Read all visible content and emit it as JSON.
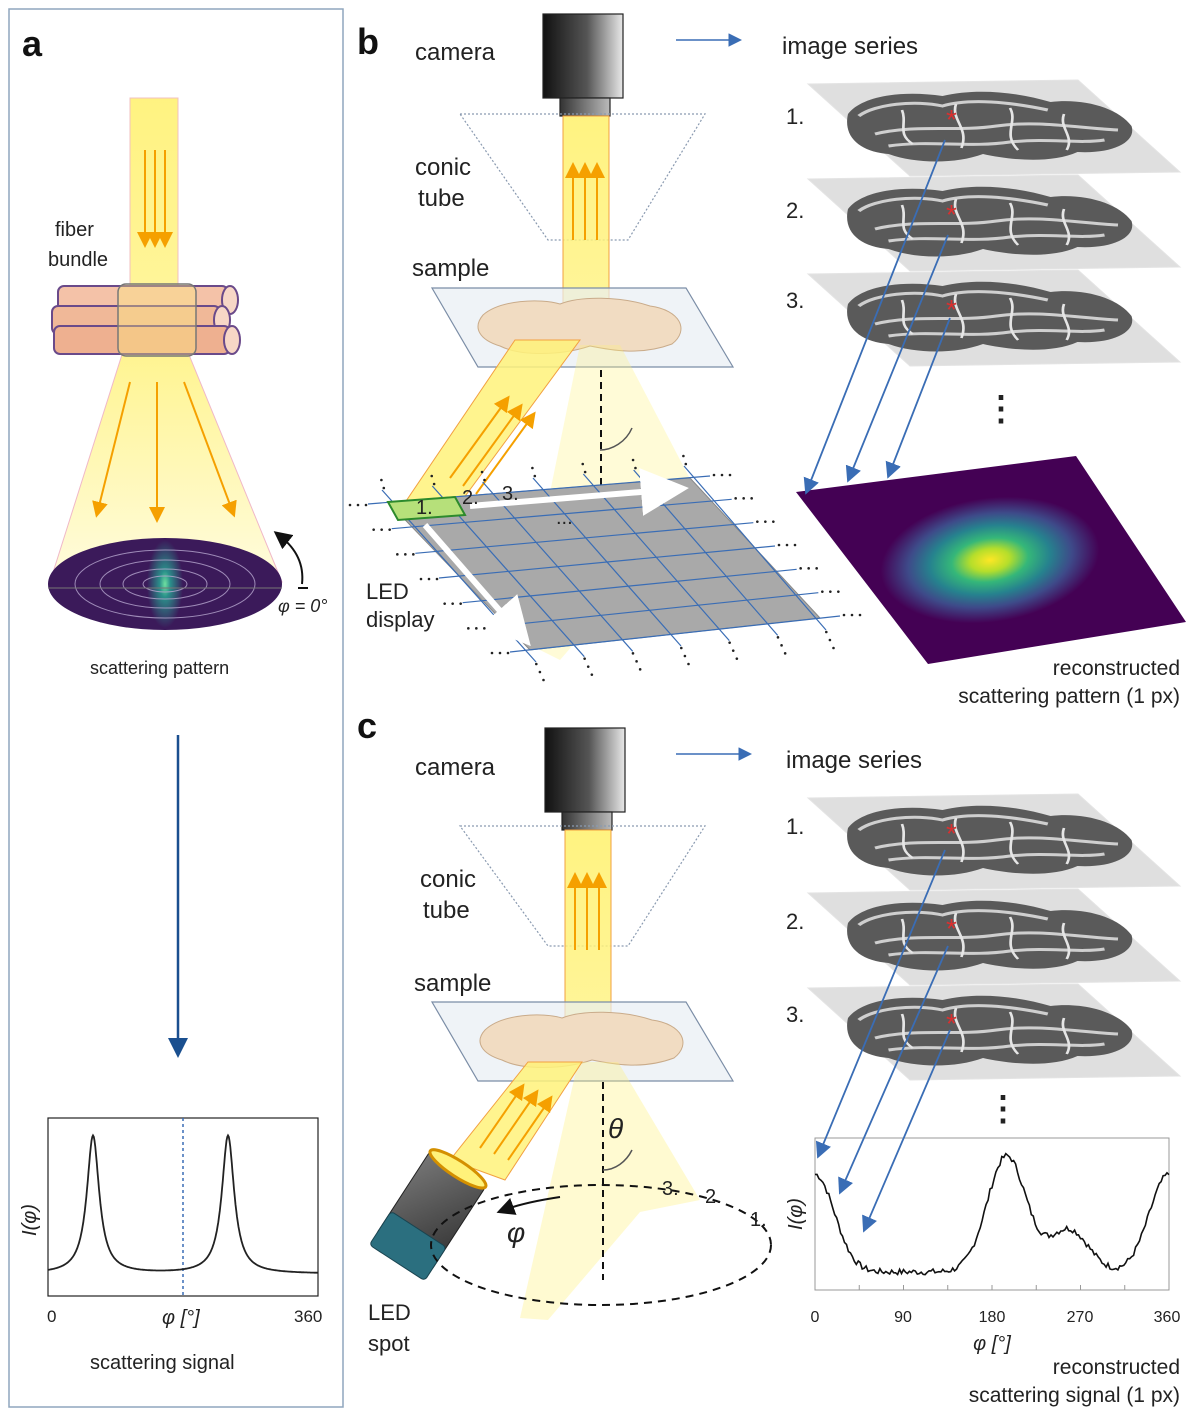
{
  "panel_a": {
    "letter": "a",
    "fiber_label_1": "fiber",
    "fiber_label_2": "bundle",
    "angle_label": "φ = 0°",
    "pattern_label": "scattering pattern",
    "signal_label": "scattering signal",
    "ylabel": "I(φ)",
    "xlabel": "φ [°]",
    "x_ticks": [
      "0",
      "360"
    ]
  },
  "panel_b": {
    "letter": "b",
    "camera": "camera",
    "conic_1": "conic",
    "conic_2": "tube",
    "sample": "sample",
    "display_1": "LED",
    "display_2": "display",
    "grid_labels": [
      "1.",
      "2.",
      "3.",
      "..."
    ],
    "series": "image series",
    "series_labels": [
      "1.",
      "2.",
      "3."
    ],
    "result_1": "reconstructed",
    "result_2": "scattering pattern (1 px)"
  },
  "panel_c": {
    "letter": "c",
    "camera": "camera",
    "conic_1": "conic",
    "conic_2": "tube",
    "sample": "sample",
    "spot_1": "LED",
    "spot_2": "spot",
    "theta": "θ",
    "phi": "φ",
    "position_labels": [
      "3.",
      "2.",
      "1."
    ],
    "series": "image series",
    "series_labels": [
      "1.",
      "2.",
      "3."
    ],
    "ylabel": "I(φ)",
    "xlabel": "φ [°]",
    "x_ticks": [
      "0",
      "90",
      "180",
      "270",
      "360"
    ],
    "result_1": "reconstructed",
    "result_2": "scattering signal (1 px)"
  },
  "colors": {
    "beam": "#fff27a",
    "arrow_orange": "#f5a000",
    "blue_arrow": "#3a6db5",
    "star": "#d93030",
    "viridis_dark": "#440154",
    "viridis_yellow": "#fde725"
  }
}
